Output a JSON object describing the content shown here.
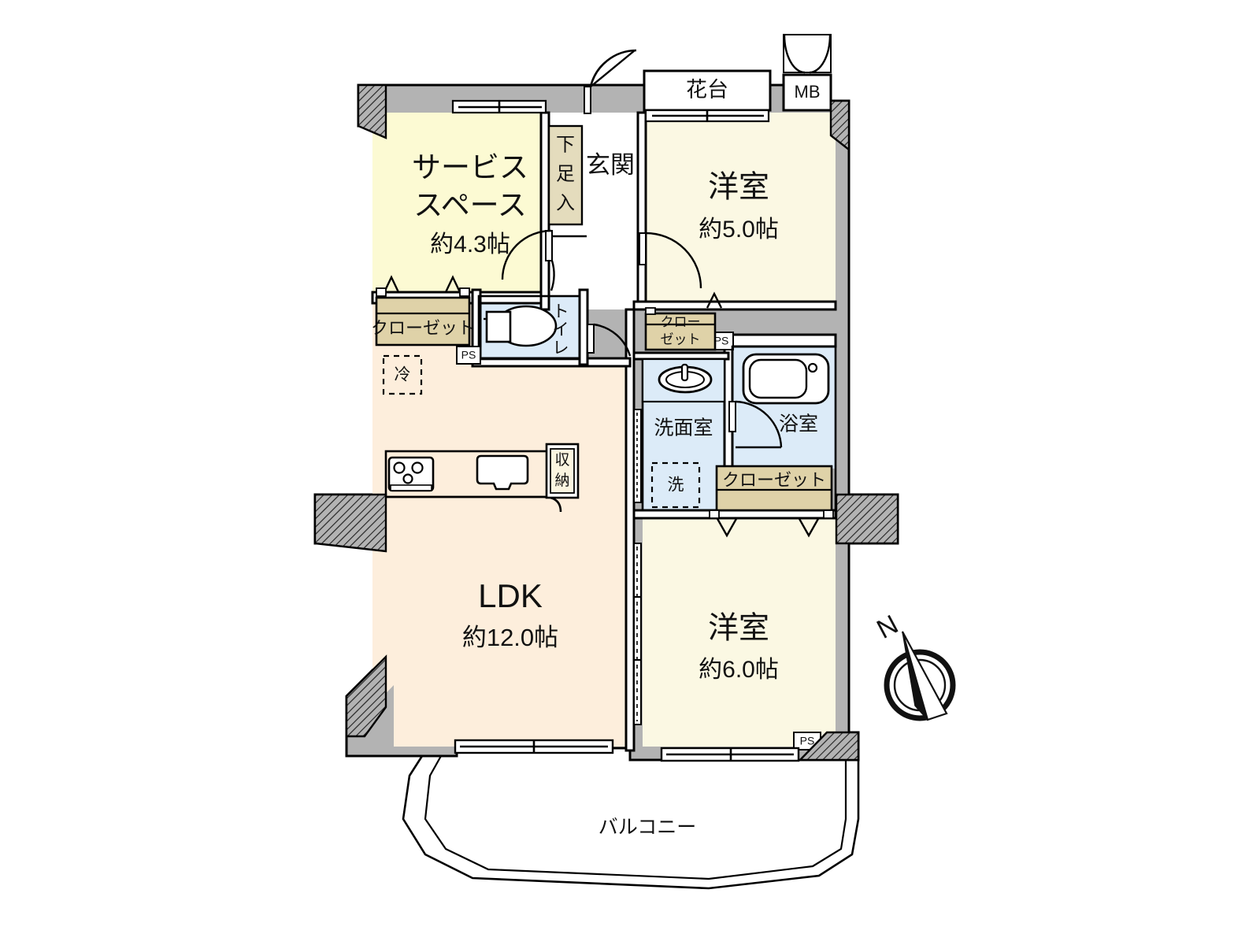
{
  "plan": {
    "type": "japanese-apartment-floorplan",
    "layout_code": "2LDK",
    "colors": {
      "wall_fill": "#b3b3b3",
      "wall_stroke": "#000000",
      "ldk_fill": "#fdeedc",
      "bedroom_fill": "#fbf8e3",
      "service_fill": "#fcfad3",
      "wet_fill": "#dcebf8",
      "closet_fill": "#dfd2a8",
      "entry_fill": "#ffffff",
      "shoebox_fill": "#e4dcbd",
      "balcony_fill": "#ffffff"
    },
    "rooms": [
      {
        "id": "service-space",
        "name": "サービス",
        "name2": "スペース",
        "area": "約4.3帖"
      },
      {
        "id": "entrance",
        "name": "玄関",
        "area": ""
      },
      {
        "id": "shoe-cabinet",
        "name": "下足入",
        "area": ""
      },
      {
        "id": "bedroom-north",
        "name": "洋室",
        "area": "約5.0帖"
      },
      {
        "id": "bedroom-south",
        "name": "洋室",
        "area": "約6.0帖"
      },
      {
        "id": "ldk",
        "name": "LDK",
        "area": "約12.0帖"
      },
      {
        "id": "toilet",
        "name": "トイレ",
        "area": ""
      },
      {
        "id": "washroom",
        "name": "洗面室",
        "area": ""
      },
      {
        "id": "bathroom",
        "name": "浴室",
        "area": ""
      },
      {
        "id": "balcony",
        "name": "バルコニー",
        "area": ""
      }
    ],
    "labels": {
      "service_line1": "サービス",
      "service_line2": "スペース",
      "service_area": "約4.3帖",
      "entrance": "玄関",
      "shoe_cabinet": "下足入",
      "flower_stand": "花台",
      "meter_box": "MB",
      "bedroom_north": "洋室",
      "bedroom_north_area": "約5.0帖",
      "bedroom_south": "洋室",
      "bedroom_south_area": "約6.0帖",
      "ldk": "LDK",
      "ldk_area": "約12.0帖",
      "toilet": "トイレ",
      "washroom": "洗面室",
      "bathroom": "浴室",
      "closet_service": "クローゼット",
      "closet_north_l1": "クロー",
      "closet_north_l2": "ゼット",
      "closet_south": "クローゼット",
      "storage": "収納",
      "fridge": "冷",
      "washer": "洗",
      "ps": "PS",
      "balcony": "バルコニー",
      "north_mark": "N"
    },
    "markers": {
      "ps_count": 3,
      "ps_label": "PS"
    }
  }
}
